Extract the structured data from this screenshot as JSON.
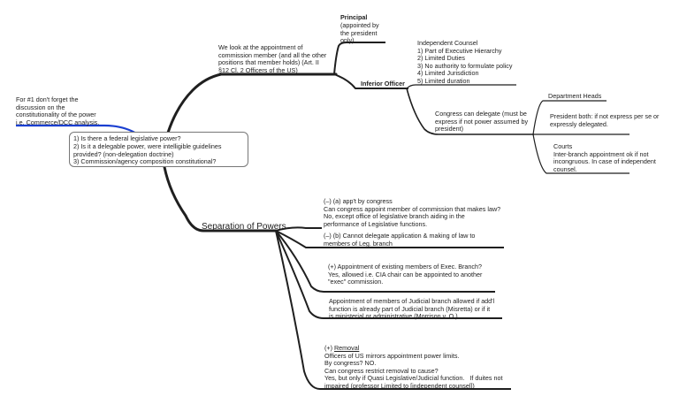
{
  "central": {
    "lines": [
      "1) Is there a federal legislative power?",
      "2) Is it a delegable power, were intelligible guidelines",
      "provided? (non-delegation doctrine)",
      "3) Commission/agency composition constitutional?"
    ]
  },
  "note": "For #1 don't forget the\ndiscussion on the\nconstitutionality of the power\ni.e. Commerce/DCC analysis.",
  "appointment": {
    "text": "We look at the appointment of\ncommission member (and all the other\npositions that member holds) (Art. II\n§12 Cl. 2 Officers of the US)",
    "principal_title": "Principal",
    "principal_detail": "(appointed by\nthe president\nonly)",
    "inferior_title": "Inferior Officer",
    "independent_counsel": "Independent Counsel\n1) Part of Executive Hierarchy\n2) Limited Duties\n3) No authority to formulate policy\n4) Limited Jurisdiction\n5) Limited duration",
    "congress_delegate": "Congress can delegate (must be\nexpress if not power assumed by\npresident)",
    "dept_heads": "Department Heads",
    "president_both": "President both: if not express per se or\nexpressly delegated.",
    "courts": "Courts\nInter-branch appointment ok if not\nincongruous. In case of independent\ncounsel."
  },
  "separation": {
    "title": "Separation of Powers",
    "items": [
      "(–) (a) app't by congress\nCan congress appoint member of commission that makes law?\nNo, except office of legislative branch aiding in the\nperformance of Legislative functions.",
      "(–) (b) Cannot delegate application & making of law to\nmembers of Leg. branch",
      "(+) Appointment of existing members of Exec. Branch?\nYes, allowed i.e. CIA chair can be appointed to another\n\"exec\" commission.",
      "Appointment of members of Judicial branch allowed if add'l\nfunction is already part of Judicial branch (Misretta) or if it\nis ministerial or administrative (Morrison v. O.)"
    ],
    "removal_prefix": "(+) ",
    "removal_word": "Removal",
    "removal_body": "Officers of US mirrors appointment power limits.\nBy congress? NO.\nCan congress restrict removal to cause?\nYes, but only if Quasi Legislative/Judicial function.   If duites not\nimpaired (professor Limited to [independent counsel])"
  },
  "colors": {
    "branch": "#1f1f1f",
    "note_branch": "#1a3fd1"
  }
}
